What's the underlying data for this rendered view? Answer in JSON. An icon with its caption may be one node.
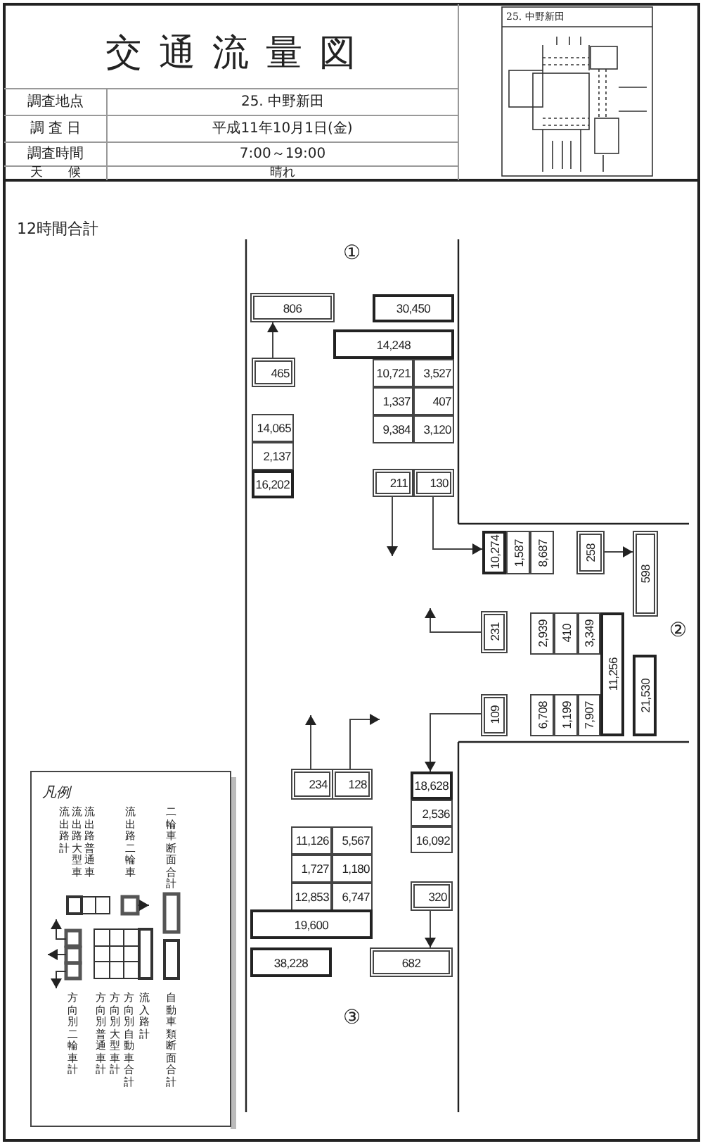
{
  "diagram": {
    "title": "交通流量図",
    "nodes": [
      {
        "text": [
          "806"
        ]
      },
      {
        "text": [
          "30,450"
        ]
      },
      {
        "text": [
          "14,248"
        ]
      },
      {
        "text": [
          "465"
        ]
      },
      {
        "text": [
          "10,721"
        ]
      },
      {
        "text": [
          "3,527"
        ]
      },
      {
        "text": [
          "14,065"
        ]
      },
      {
        "text": [
          "1,337"
        ]
      },
      {
        "text": [
          "407"
        ]
      },
      {
        "text": [
          "2,137"
        ]
      },
      {
        "text": [
          "9,384"
        ]
      },
      {
        "text": [
          "3,120"
        ]
      },
      {
        "text": [
          "16,202"
        ]
      },
      {
        "text": [
          "211"
        ]
      },
      {
        "text": [
          "130"
        ]
      },
      {
        "text": [
          "10,274"
        ]
      },
      {
        "text": [
          "1,587"
        ]
      },
      {
        "text": [
          "8,687"
        ]
      },
      {
        "text": [
          "258"
        ]
      },
      {
        "text": [
          "598"
        ]
      },
      {
        "text": [
          "231"
        ]
      },
      {
        "text": [
          "2,939"
        ]
      },
      {
        "text": [
          "410"
        ]
      },
      {
        "text": [
          "3,349"
        ]
      },
      {
        "text": [
          "11,256"
        ]
      },
      {
        "text": [
          "21,530"
        ]
      },
      {
        "text": [
          "109"
        ]
      },
      {
        "text": [
          "6,708"
        ]
      },
      {
        "text": [
          "1,199"
        ]
      },
      {
        "text": [
          "7,907"
        ]
      },
      {
        "text": [
          "234"
        ]
      },
      {
        "text": [
          "128"
        ]
      },
      {
        "text": [
          "18,628"
        ]
      },
      {
        "text": [
          "2,536"
        ]
      },
      {
        "text": [
          "11,126"
        ]
      },
      {
        "text": [
          "5,567"
        ]
      },
      {
        "text": [
          "16,092"
        ]
      },
      {
        "text": [
          "1,727"
        ]
      },
      {
        "text": [
          "1,180"
        ]
      },
      {
        "text": [
          "12,853"
        ]
      },
      {
        "text": [
          "6,747"
        ]
      },
      {
        "text": [
          "320"
        ]
      },
      {
        "text": [
          "19,600"
        ]
      },
      {
        "text": [
          "38,228"
        ]
      },
      {
        "text": [
          "682"
        ]
      }
    ],
    "edges": [
      {
        "from": 3,
        "to": 0,
        "arrow": "to"
      },
      {
        "from": 13,
        "to": null,
        "arrow": "to"
      },
      {
        "from": 14,
        "to": 15,
        "arrow": "to"
      },
      {
        "from": 18,
        "to": 19,
        "arrow": "to"
      },
      {
        "from": 20,
        "to": null,
        "arrow": "to"
      },
      {
        "from": 26,
        "to": 32,
        "arrow": "to"
      },
      {
        "from": 30,
        "to": null,
        "arrow": "to"
      },
      {
        "from": 31,
        "to": null,
        "arrow": "to"
      },
      {
        "from": 41,
        "to": 44,
        "arrow": "to"
      }
    ],
    "labels": [
      "25. 中野新田",
      "調査地点",
      "25. 中野新田",
      "調 査 日",
      "平成11年10月1日(金)",
      "調査時間",
      "7:00～19:00",
      "天　　候",
      "晴れ",
      "12時間合計",
      "①",
      "②",
      "③",
      "凡例"
    ],
    "legend": [
      {
        "text": "流出路計"
      },
      {
        "text": "流出路大型車"
      },
      {
        "text": "流出路普通車"
      },
      {
        "text": "流出路二輪車"
      },
      {
        "text": "二輪車断面合計"
      },
      {
        "text": "方向別二輪車計"
      },
      {
        "text": "方向別普通車計"
      },
      {
        "text": "方向別大型車計"
      },
      {
        "text": "方向別自動車合計"
      },
      {
        "text": "流入路計"
      },
      {
        "text": "自動車類断面合計"
      }
    ]
  }
}
